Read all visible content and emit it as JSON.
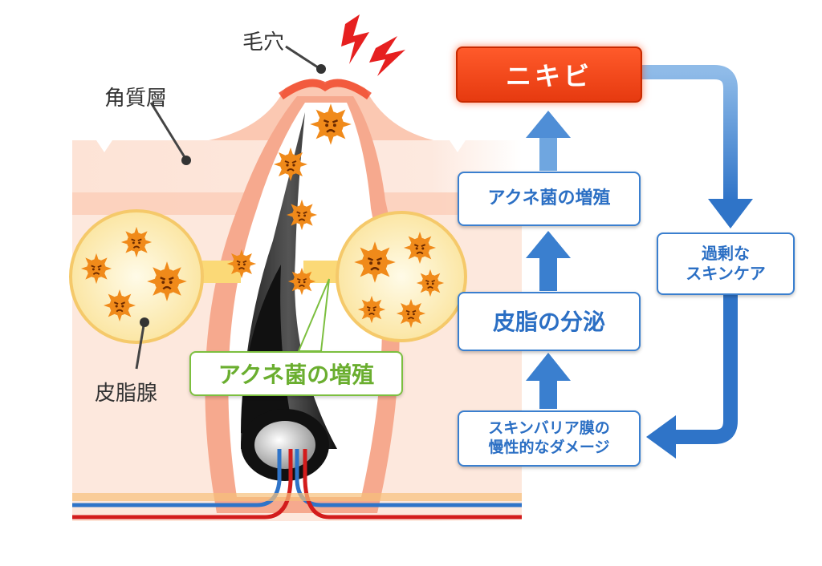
{
  "labels": {
    "pore": "毛穴",
    "stratum_corneum": "角質層",
    "sebaceous_gland": "皮脂腺",
    "callout": "アクネ菌の増殖"
  },
  "flow": {
    "acne": "ニキビ",
    "bacteria_growth": "アクネ菌の増殖",
    "sebum_secretion": "皮脂の分泌",
    "barrier_damage_line1": "スキンバリア膜の",
    "barrier_damage_line2": "慢性的なダメージ",
    "excess_care_line1": "過剰な",
    "excess_care_line2": "スキンケア"
  },
  "colors": {
    "flow_blue": "#3a7fcf",
    "acne_red": "#e63a10",
    "callout_green": "#7cbf3f",
    "skin": "#fde3d6",
    "bacteria": "#f08a1a"
  }
}
